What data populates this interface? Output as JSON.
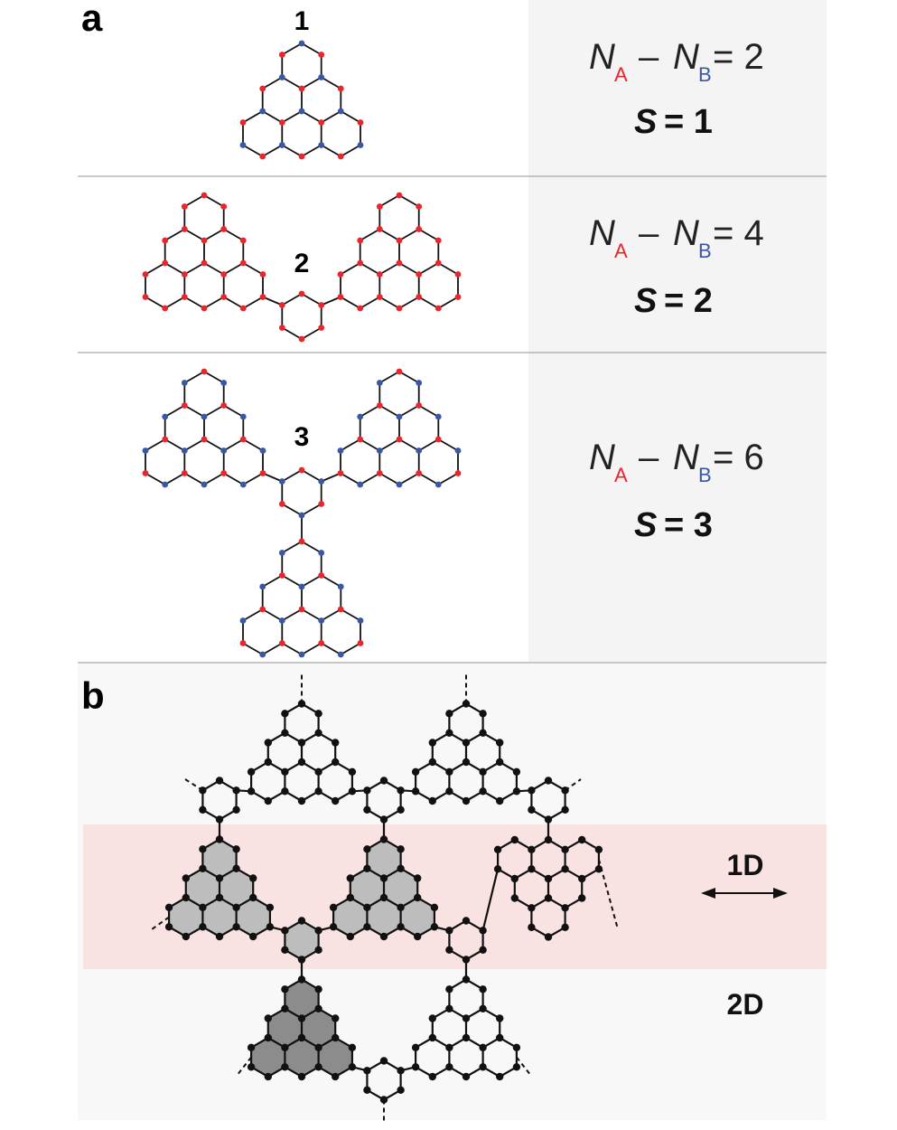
{
  "panel_a": {
    "label": "a",
    "rows": [
      {
        "molecule": "1",
        "na": "N",
        "na_sub": "A",
        "dash": "–",
        "nb": "N",
        "nb_sub": "B",
        "eq": "= 2",
        "s_letter": "S",
        "s_eq": "= 1"
      },
      {
        "molecule": "2",
        "na": "N",
        "na_sub": "A",
        "dash": "–",
        "nb": "N",
        "nb_sub": "B",
        "eq": "= 4",
        "s_letter": "S",
        "s_eq": "= 2"
      },
      {
        "molecule": "3",
        "na": "N",
        "na_sub": "A",
        "dash": "–",
        "nb": "N",
        "nb_sub": "B",
        "eq": "= 6",
        "s_letter": "S",
        "s_eq": "= 3"
      }
    ]
  },
  "panel_b": {
    "label": "b",
    "label_1d": "1D",
    "label_2d": "2D"
  },
  "colors": {
    "sublattice_a": "#e8262c",
    "sublattice_b": "#3a57a6",
    "formula_bg": "#f3f4f3",
    "band_1d": "#f9e2e2",
    "panel_b_bg": "#f8f8f8",
    "hex_light": "#bdbdbd",
    "hex_dark": "#8c8c8c",
    "divider": "#b5b5b5"
  }
}
